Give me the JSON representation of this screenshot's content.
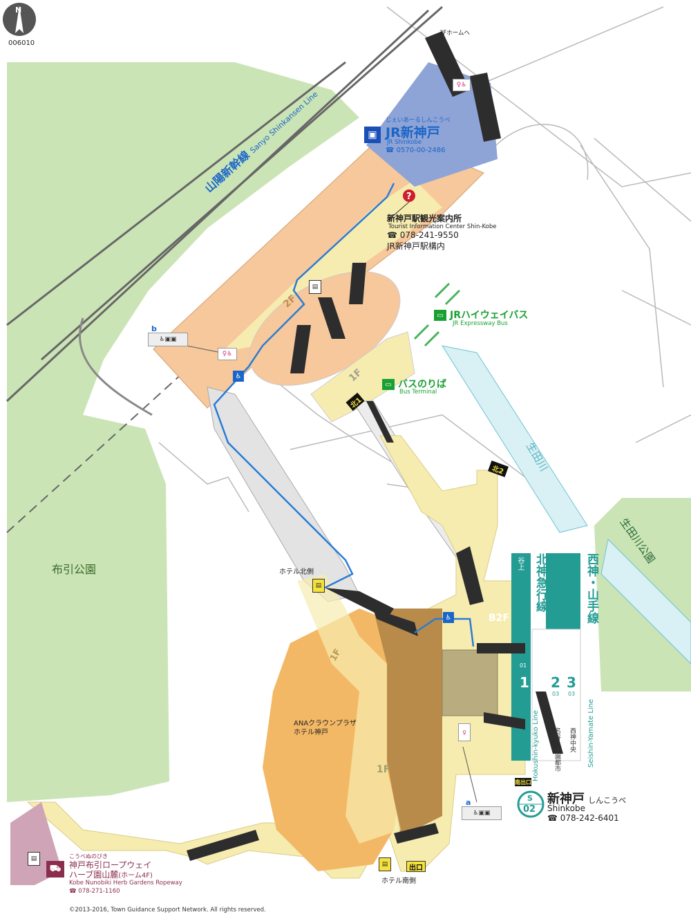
{
  "map_code": "006010",
  "compass": {
    "label": "N"
  },
  "jr_station": {
    "kana": "じぇいあーるしんこうべ",
    "name": "JR新神戸",
    "name_en": "JR Shinkobe",
    "phone": "0570-00-2486"
  },
  "info_center": {
    "name": "新神戸駅観光案内所",
    "name_en": "Tourist Information Center Shin-Kobe",
    "phone": "078-241-9550",
    "location": "JR新神戸駅構内"
  },
  "shinkansen_line": {
    "ja": "山陽新幹線",
    "en": "Sanyo Shinkansen Line"
  },
  "to_3f_platform": "3Fホームへ",
  "expressway_bus": {
    "ja": "JRハイウェイバス",
    "en": "JR Expressway Bus"
  },
  "bus_terminal": {
    "ja": "バスのりば",
    "en": "Bus Terminal"
  },
  "floors": {
    "f2": "2F",
    "f1": "1F",
    "b2f": "B2F"
  },
  "exits": {
    "kita1": "北1",
    "kita2": "北2",
    "south_exit": "南出口",
    "exit": "出口"
  },
  "river": "生田川",
  "park_nunobiki": "布引公園",
  "park_ikutagawa": "生田川公園",
  "hotel_north": "ホテル北側",
  "hotel_south": "ホテル南側",
  "hotel_name": [
    "ANAクラウンプラザ",
    "ホテル神戸"
  ],
  "hokushin_line": {
    "ja": "北神急行線",
    "en": "Hokushin-kyuko Line",
    "dir": "谷上"
  },
  "seishin_line": {
    "ja": "西神・山手線",
    "en": "Seishin-Yamate Line"
  },
  "platforms": [
    {
      "num": "1",
      "code": "01"
    },
    {
      "num": "2",
      "code": "03"
    },
    {
      "num": "3",
      "code": "03"
    }
  ],
  "platform_dest_2": "名谷 学園都市",
  "platform_dest_3": "西神中央",
  "subway_station": {
    "code_line": "S",
    "code_num": "02",
    "name": "新神戸",
    "kana": "しんこうべ",
    "name_en": "Shinkobe",
    "phone": "078-242-6401"
  },
  "ropeway": {
    "kana": "こうべぬのびき",
    "name": "神戸布引ロープウェイ",
    "sub": "ハーブ園山麓",
    "sub2": "(ホーム4F)",
    "name_en": "Kobe Nunobiki Herb Gardens Ropeway",
    "phone": "078-271-1160"
  },
  "facility_b": "b",
  "facility_a": "a",
  "copyright": "©2013-2016, Town Guidance Support Network. All rights reserved.",
  "colors": {
    "park": "#cbe4b6",
    "concourse": "#f7ecb0",
    "orange_floor": "#f6c89b",
    "jr_blue": "#8ea3d6",
    "hotel": "#f3b865",
    "hotel_dark": "#b98b4a",
    "teal": "#239c94",
    "route": "#2a7bd4",
    "ropeway": "#cfa4b6"
  }
}
